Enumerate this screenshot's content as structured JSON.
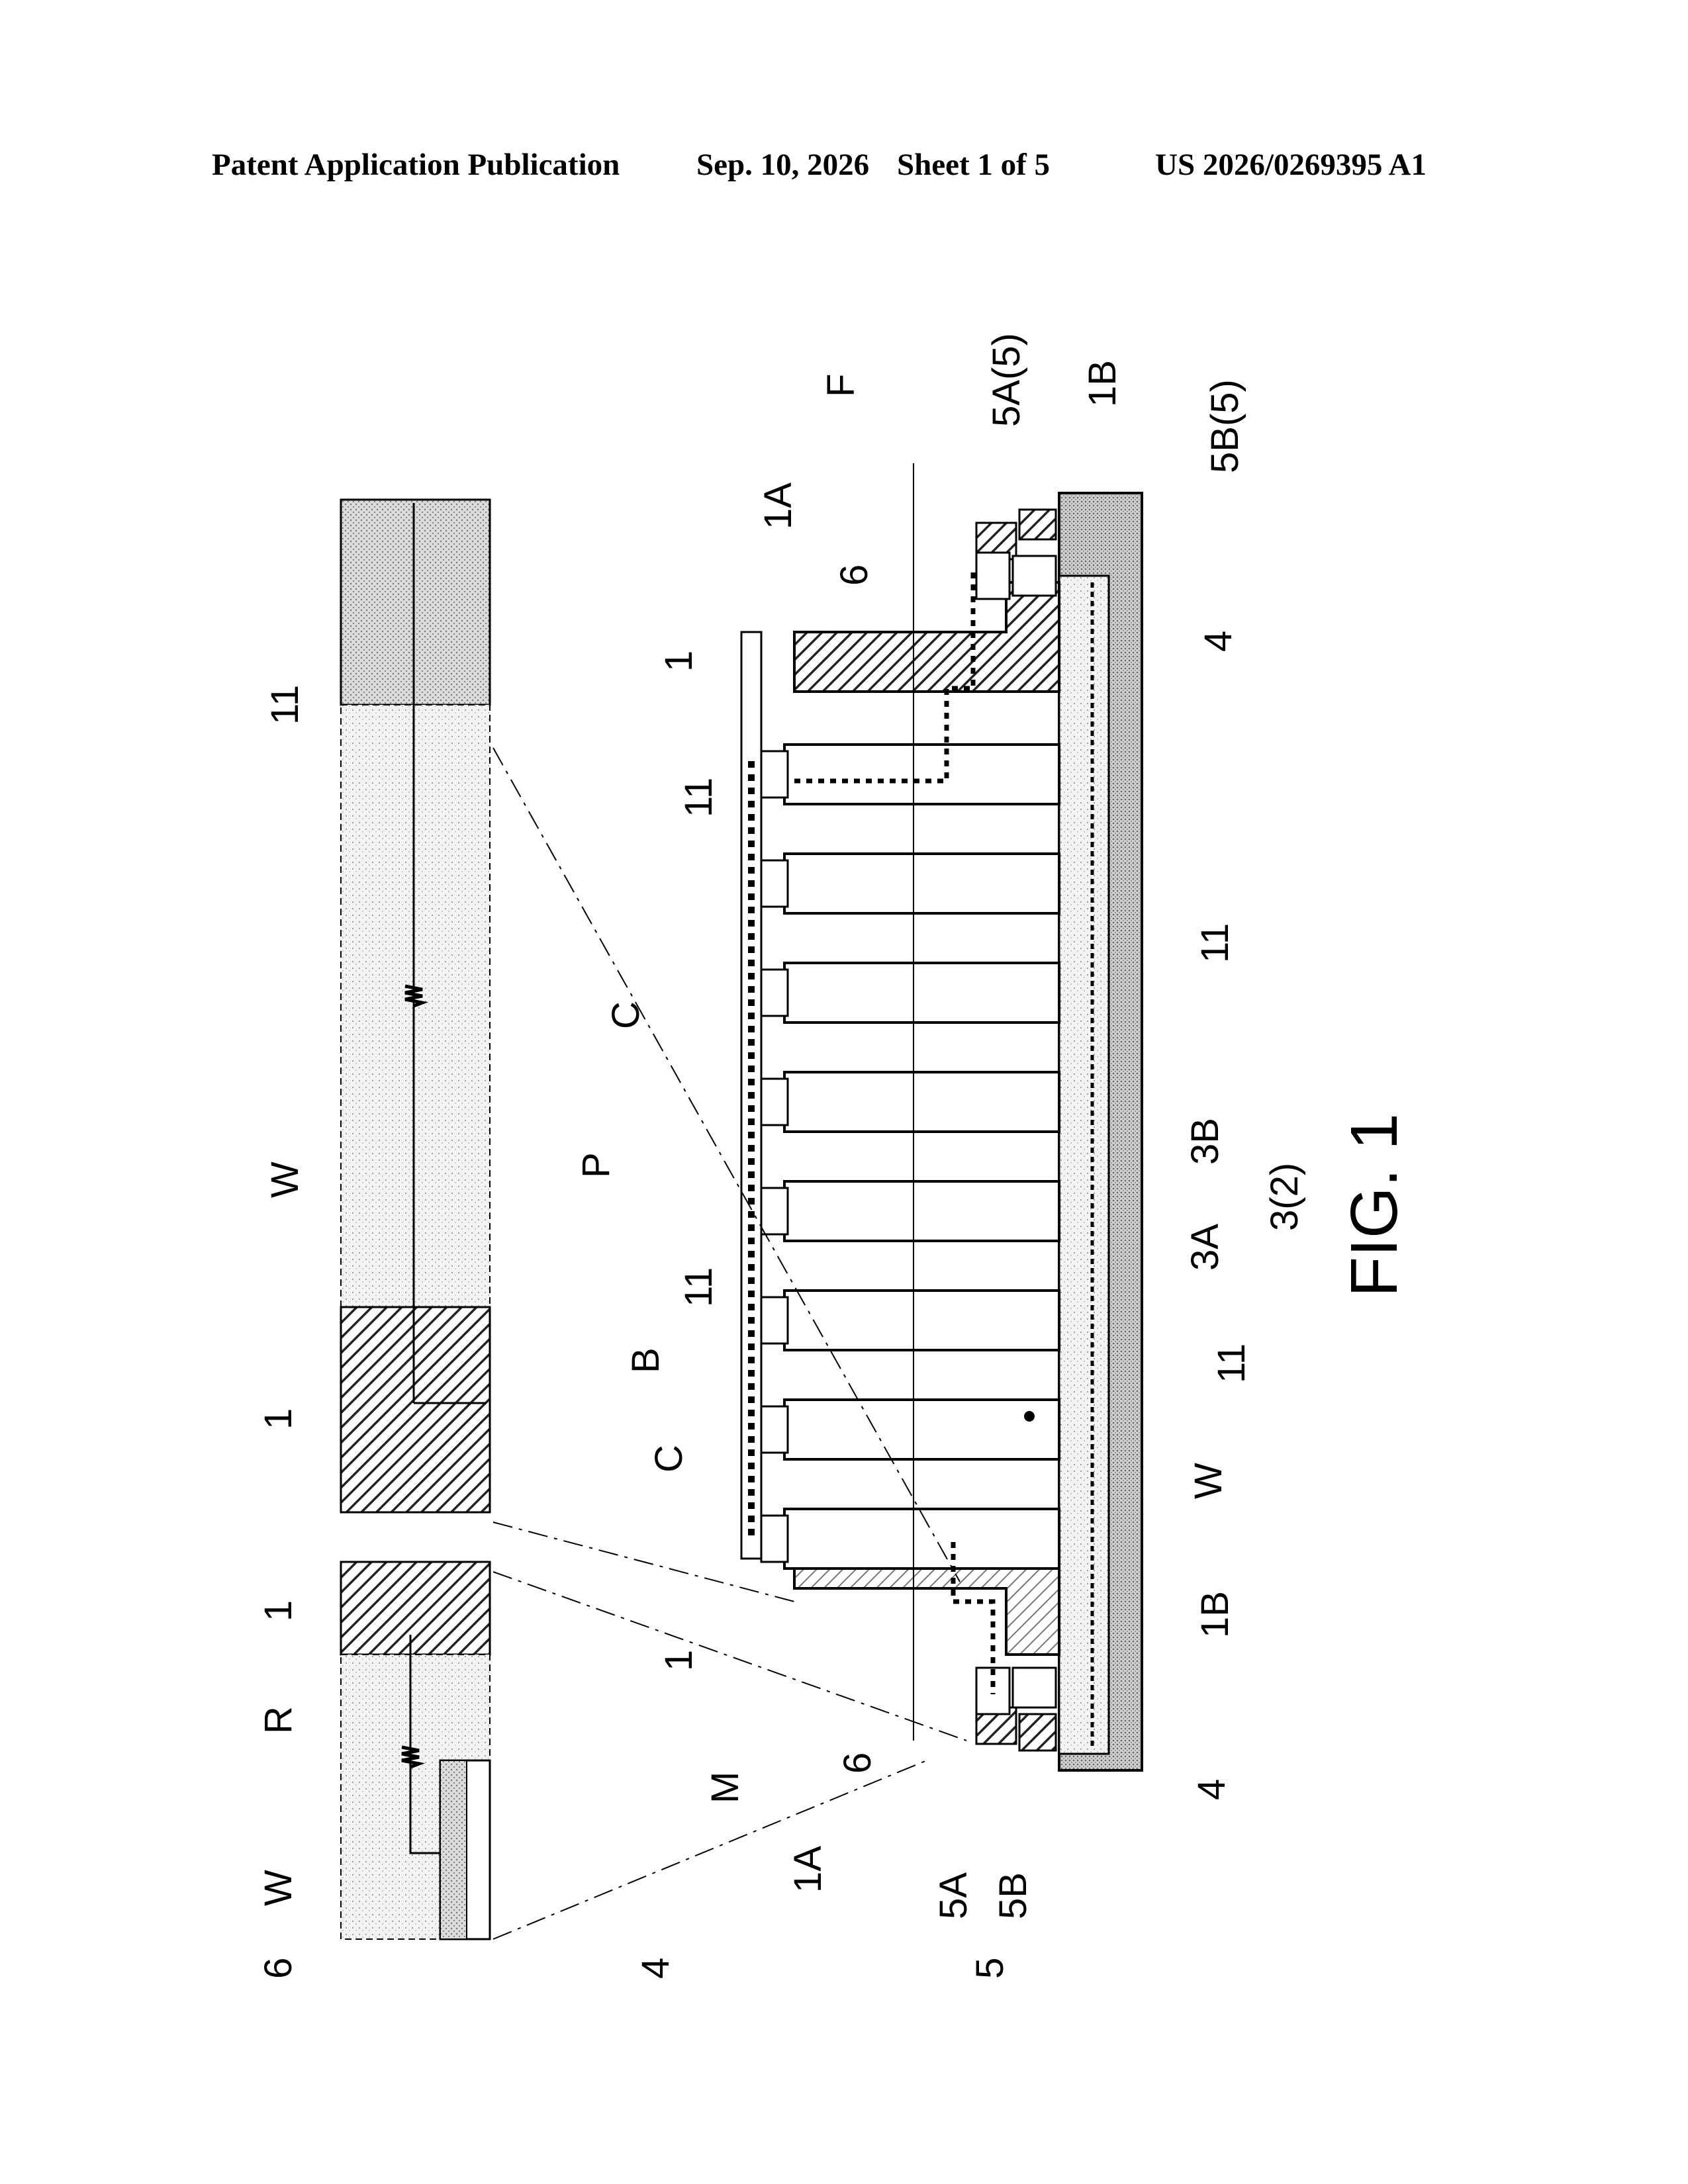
{
  "header": {
    "publication": "Patent Application Publication",
    "date": "Sep. 10, 2026",
    "sheet": "Sheet 1 of 5",
    "number": "US 2026/0269395 A1"
  },
  "figure": {
    "caption": "FIG. 1",
    "labels": {
      "F": "F",
      "fiveA5": "5A(5)",
      "oneB_top": "1B",
      "fiveB5": "5B(5)",
      "oneA_top": "1A",
      "six_top": "6",
      "one_top": "1",
      "four_top": "4",
      "eleven_1": "11",
      "eleven_2": "11",
      "C_1": "C",
      "P": "P",
      "threeB": "3B",
      "three2": "3(2)",
      "threeA": "3A",
      "eleven_3": "11",
      "B": "B",
      "eleven_4": "11",
      "C_2": "C",
      "W_main": "W",
      "oneB_bottom": "1B",
      "one_bottom": "1",
      "M": "M",
      "six_bottom": "6",
      "four_bottom": "4",
      "oneA_bottom": "1A",
      "fiveA": "5A",
      "fiveB": "5B",
      "five": "5",
      "inset_11": "11",
      "inset_W": "W",
      "inset_1": "1",
      "inset2_1": "1",
      "inset2_R": "R",
      "inset2_W": "W",
      "inset2_6": "6",
      "inset2_4": "4"
    }
  }
}
